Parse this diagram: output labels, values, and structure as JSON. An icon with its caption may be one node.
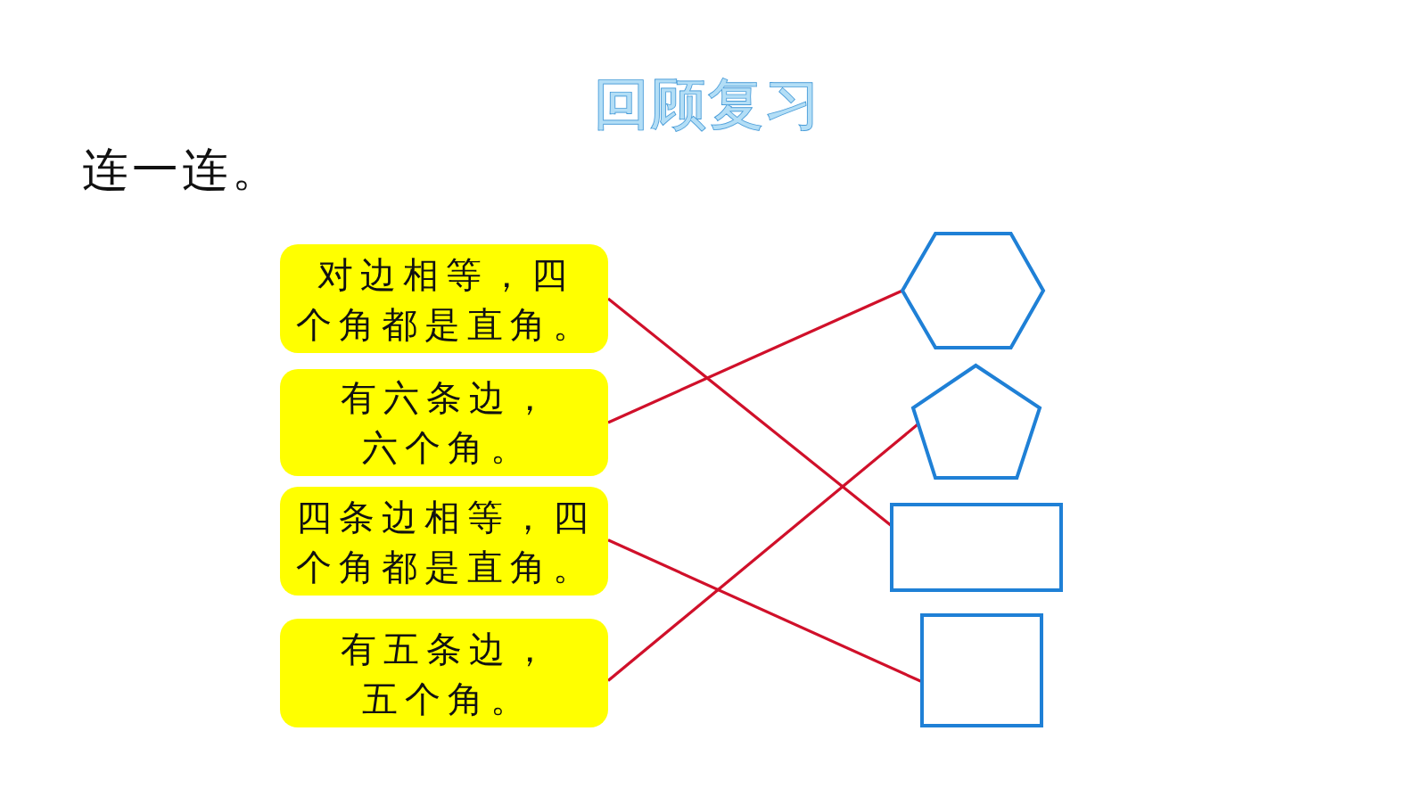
{
  "diagram": {
    "title": "回顾复习",
    "nodes": [
      {
        "text": [
          "对边相等，四个角都是直角。"
        ]
      },
      {
        "text": [
          "有六条边，六个角。"
        ]
      },
      {
        "text": [
          "四条边相等，四个角都是直角。"
        ]
      },
      {
        "text": [
          "有五条边，五个角。"
        ]
      },
      {
        "text": [],
        "shape": "hexagon"
      },
      {
        "text": [],
        "shape": "pentagon"
      },
      {
        "text": [],
        "shape": "rectangle"
      },
      {
        "text": [],
        "shape": "square"
      }
    ],
    "edges": [
      {
        "from": 0,
        "to": 6,
        "arrow": "none"
      },
      {
        "from": 1,
        "to": 4,
        "arrow": "none"
      },
      {
        "from": 2,
        "to": 7,
        "arrow": "none"
      },
      {
        "from": 3,
        "to": 5,
        "arrow": "none"
      }
    ],
    "labels": [
      "连一连。"
    ]
  }
}
